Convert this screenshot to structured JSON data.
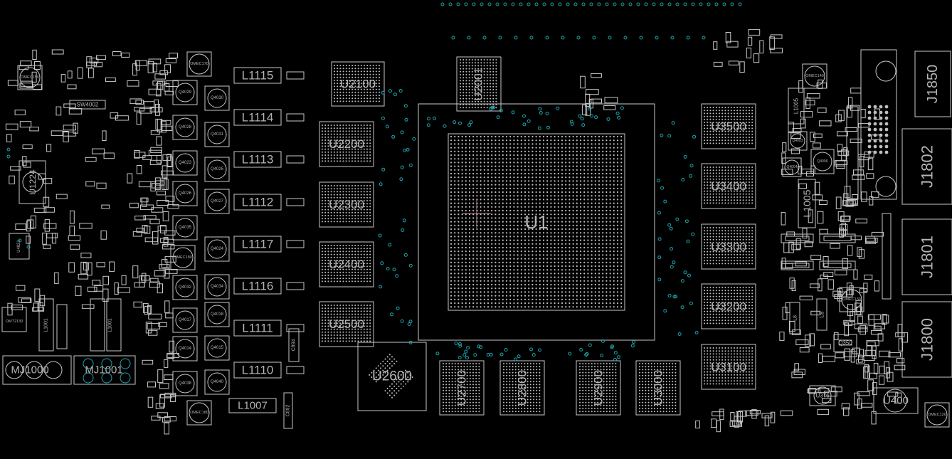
{
  "viewer": {
    "background": "#000000",
    "outline_color": "#c8c8c8",
    "pad_color": "#bfbfbf",
    "via_color": "#1fa3ad",
    "label_color": "#b4b4b4",
    "crosshair_color": "#c97a8c"
  },
  "components": {
    "big_labels": [
      "U2100",
      "U2200",
      "U2300",
      "U2400",
      "U2500",
      "U2600",
      "U2700",
      "U2800",
      "U2900",
      "U3000",
      "U3100",
      "U3200",
      "U3300",
      "U3400",
      "U3500",
      "U2001",
      "U1"
    ],
    "inductors": [
      "L1115",
      "L1114",
      "L1113",
      "L1112",
      "L1117",
      "L1116",
      "L1111",
      "L1110",
      "L1007",
      "L1001",
      "L1005",
      "L8"
    ],
    "connectors": [
      "J1850",
      "J1802",
      "J1801",
      "J1800",
      "MJ1000",
      "MJ1001",
      "U400",
      "U1224"
    ],
    "misc": [
      "SW4002",
      "U4821",
      "OMEC150",
      "OMEC170",
      "OMEC140",
      "OMEC130",
      "OMEC120",
      "OMEC180",
      "OMT2130",
      "Q4029",
      "Q4030",
      "Q4028",
      "Q4031",
      "Q4023",
      "Q4025",
      "Q4026",
      "Q4027",
      "Q4035",
      "Q4024",
      "Q4032",
      "Q4034",
      "Q4017",
      "Q4018",
      "Q4014",
      "Q4015",
      "Q4038",
      "Q4040",
      "Q4004",
      "Q4006",
      "Q4003",
      "Q350",
      "U376",
      "C894",
      "C892"
    ]
  }
}
